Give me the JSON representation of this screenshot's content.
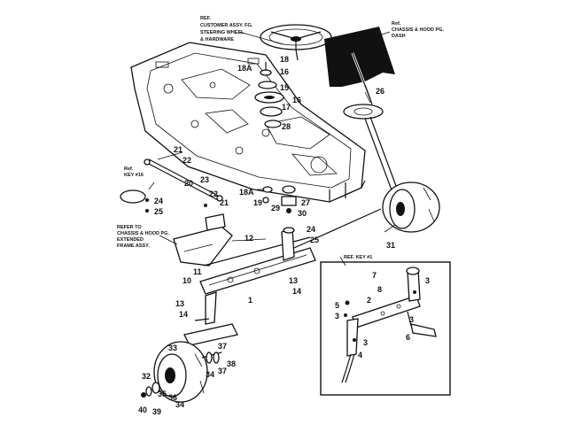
{
  "notes": {
    "steering": [
      "REF.",
      "CUSTOMER ASSY. FG.",
      "STEERING WHEEL",
      "& HARDWARE"
    ],
    "chassis_top": [
      "Ref.",
      "CHASSIS & HOOD PG.",
      "DASH"
    ],
    "key": [
      "Ref.",
      "KEY #16"
    ],
    "extended": [
      "REFER TO",
      "CHASSIS & HOOD PG.",
      "EXTENDED",
      "FRAME ASSY."
    ],
    "inset_title": "REF. KEY #1"
  },
  "labels": {
    "l18": "18",
    "l18a_top": "18A",
    "l16a": "16",
    "l15": "15",
    "l16b": "16",
    "l17": "17",
    "l28": "28",
    "l26": "26",
    "l21a": "21",
    "l22a": "22",
    "l20": "20",
    "l23": "23",
    "l24a": "24",
    "l25a": "25",
    "l22b": "22",
    "l21b": "21",
    "l18a_low": "18A",
    "l19": "19",
    "l27": "27",
    "l29": "29",
    "l30": "30",
    "l24b": "24",
    "l25b": "25",
    "l12": "12",
    "l11": "11",
    "l10": "10",
    "l13a": "13",
    "l14a": "14",
    "l13b": "13",
    "l14b": "14",
    "l1": "1",
    "l31": "31",
    "l33": "33",
    "l37a": "37",
    "l38": "38",
    "l37b": "37",
    "l32": "32",
    "l34a": "34",
    "l35": "35",
    "l36": "36",
    "l34b": "34",
    "l40": "40",
    "l39": "39",
    "i7": "7",
    "i8": "8",
    "i3a": "3",
    "i2": "2",
    "i5": "5",
    "i3b": "3",
    "i3c": "3",
    "i6": "6",
    "i3d": "3",
    "i4": "4"
  }
}
